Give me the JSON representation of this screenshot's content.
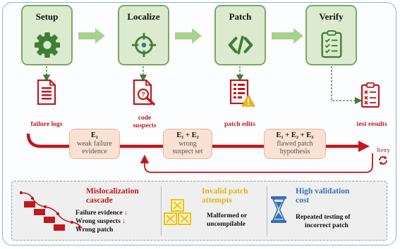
{
  "colors": {
    "stage_fill": "#dcebcf",
    "stage_border": "#7fa665",
    "accent_red": "#c0181c",
    "evidence_fill": "#fbe1d4",
    "invalid_yellow": "#e9c21c",
    "validation_blue": "#3a6fb7",
    "panel_border": "#8fb2d6"
  },
  "stages": [
    {
      "title": "Setup",
      "icon": "gear-icon"
    },
    {
      "title": "Localize",
      "icon": "crosshair-target-icon"
    },
    {
      "title": "Patch",
      "icon": "code-brackets-icon"
    },
    {
      "title": "Verify",
      "icon": "clipboard-checklist-icon"
    }
  ],
  "artifacts": {
    "failure_logs": "failure logs",
    "code_suspects_1": "code",
    "code_suspects_2": "suspects",
    "patch_edits": "patch edits",
    "test_results": "test results"
  },
  "evidence": [
    {
      "title": "E₁",
      "line1": "weak failure",
      "line2": "evidence"
    },
    {
      "title": "E₁ + E₂",
      "line1": "wrong",
      "line2": "suspect set"
    },
    {
      "title": "E₁ + E₂ + E₃",
      "line1": "flawed patch",
      "line2": "hypothesis"
    }
  ],
  "retry_label": "Retry",
  "problems": {
    "mislocalization": {
      "title_1": "Mislocalization",
      "title_2": "cascade",
      "line1": "Failure evidence",
      "line2": "Wrong suspects",
      "line3": "Wrong patch",
      "down_arrow": "↓"
    },
    "invalid_patch": {
      "title_1": "Invalid patch",
      "title_2": "attempts",
      "line1": "Malformed or",
      "line2": "uncompilable"
    },
    "high_validation": {
      "title_1": "High validation",
      "title_2": "cost",
      "line1": "Repeated testing of",
      "line2": "incorrect patch"
    }
  }
}
